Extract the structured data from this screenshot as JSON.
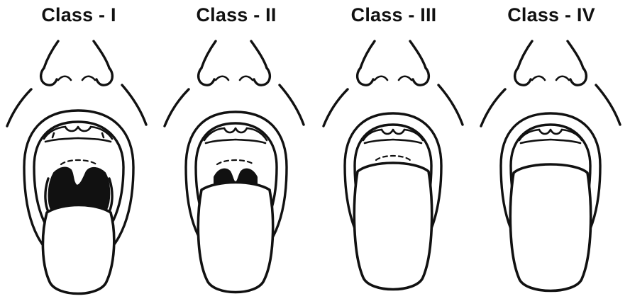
{
  "panels": [
    {
      "title": "Class - I"
    },
    {
      "title": "Class - II"
    },
    {
      "title": "Class - III"
    },
    {
      "title": "Class - IV"
    }
  ]
}
